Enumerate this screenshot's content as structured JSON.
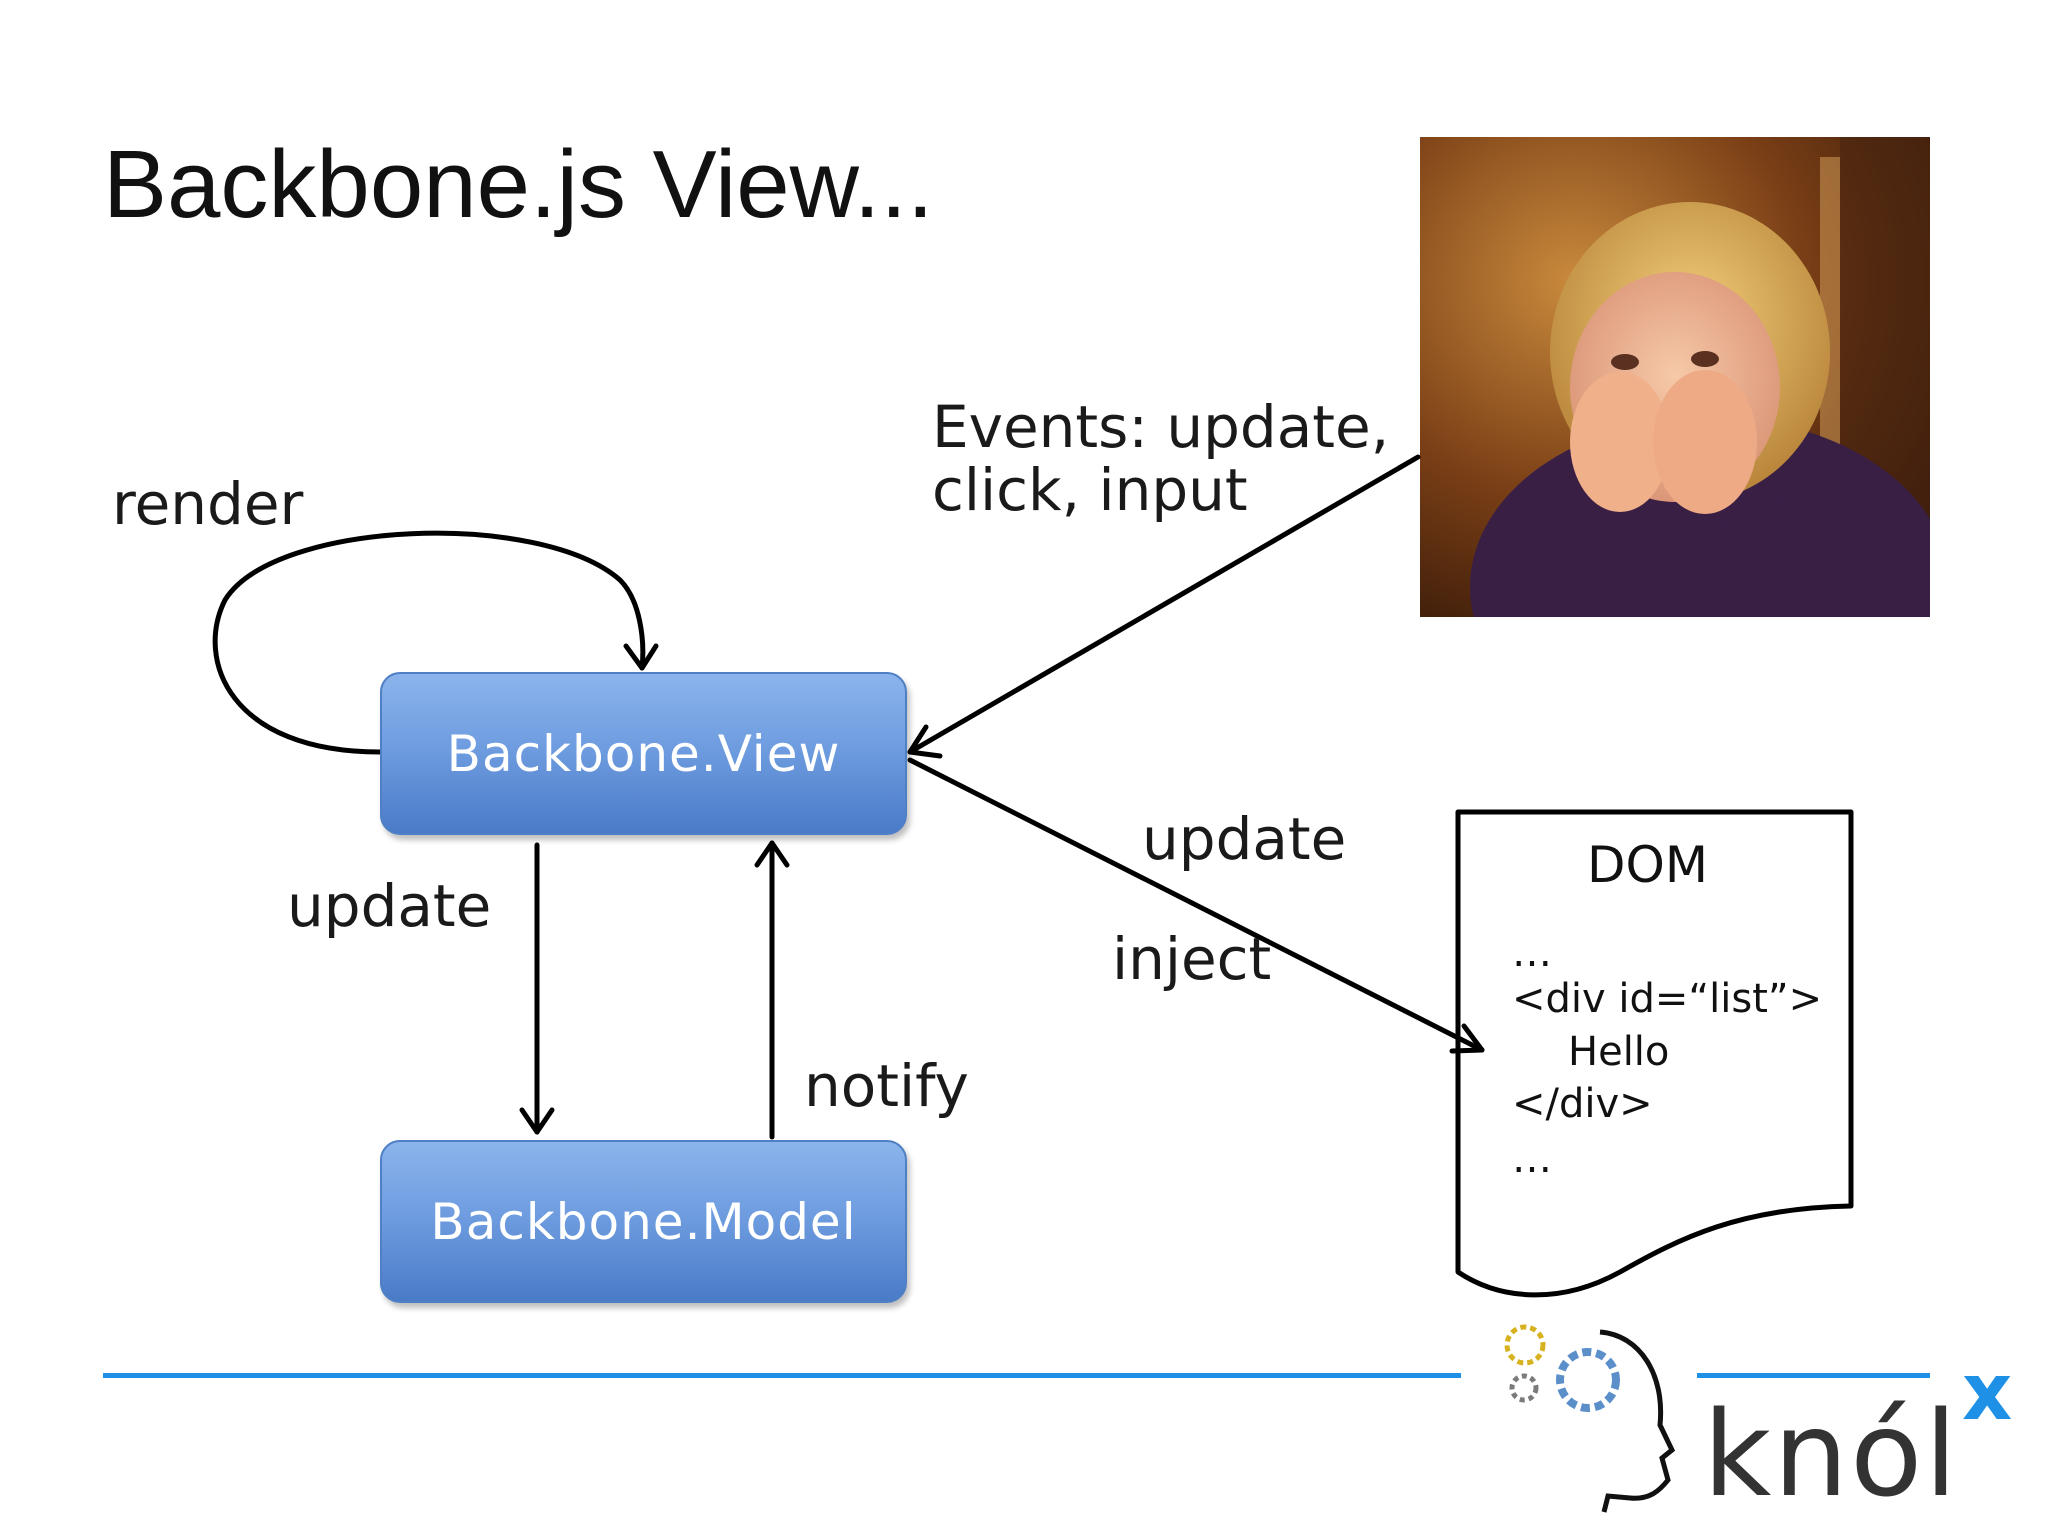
{
  "slide": {
    "title": "Backbone.js View..."
  },
  "diagram": {
    "nodes": {
      "view": "Backbone.View",
      "model": "Backbone.Model"
    },
    "edges": {
      "render": "render",
      "update_to_model": "update",
      "notify": "notify",
      "events_line1": "Events: update,",
      "events_line2": "click, input",
      "update_to_dom": "update",
      "inject": "inject"
    },
    "dom_document": {
      "title": "DOM",
      "lines": [
        "…",
        "<div id=“list”>",
        "Hello",
        "</div>",
        "…"
      ]
    }
  },
  "photo": {
    "subject": "child-covering-face-photo"
  },
  "branding": {
    "logo_word": "knól",
    "logo_superscript": "x",
    "rule_color": "#1e90e6"
  }
}
